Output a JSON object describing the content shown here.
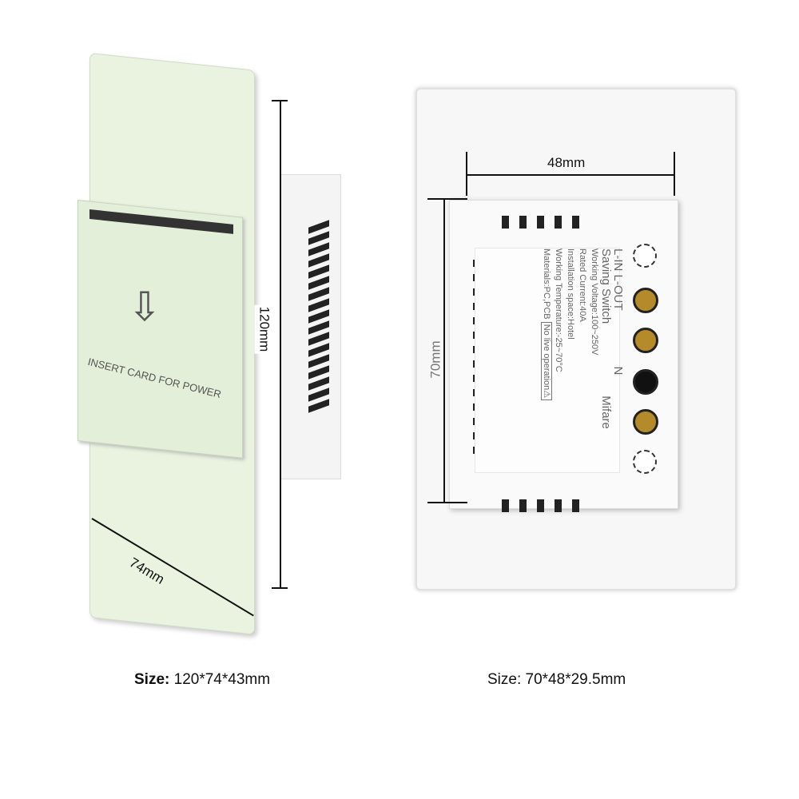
{
  "left_product": {
    "card_text": "INSERT CARD FOR POWER",
    "arrow_icon": "down-arrow-icon",
    "height_label": "120mm",
    "width_label": "74mm",
    "caption_prefix": "Size:",
    "caption_value": "120*74*43mm"
  },
  "right_product": {
    "width_label": "48mm",
    "height_label": "70mm",
    "terminals_header": "L-IN  L-OUT",
    "terminal_n": "N",
    "title": "Saving Switch",
    "brand": "Mifare",
    "specs": [
      "Working Voltage:100~250V",
      "Rated Current:40A",
      "Installation space:Hotel",
      "Working Temperature:-25~70°C",
      "Materials:PC,PCB"
    ],
    "warning": "No live operation⚠",
    "caption_prefix": "Size:",
    "caption_value": "70*48*29.5mm"
  }
}
